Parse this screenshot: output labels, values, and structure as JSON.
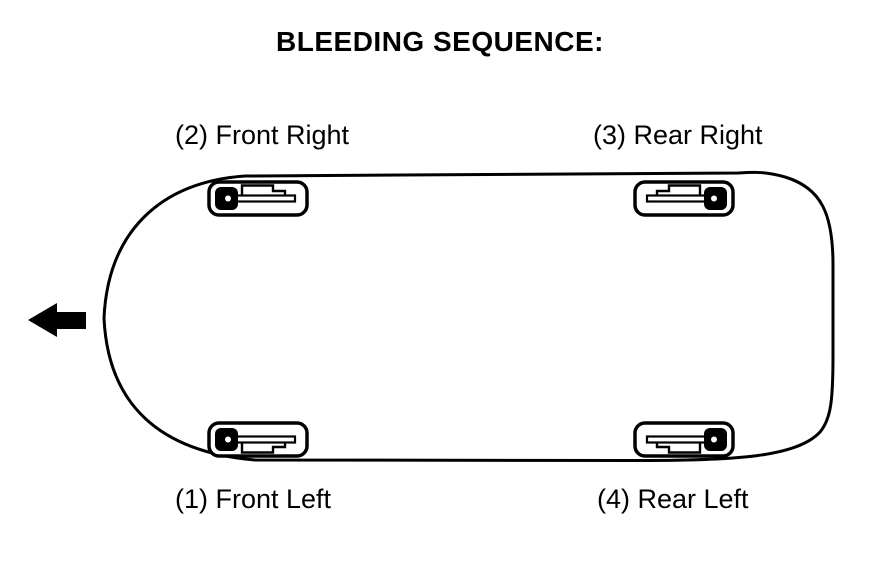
{
  "title": "BLEEDING SEQUENCE:",
  "labels": {
    "front_right": "(2) Front Right",
    "rear_right": "(3) Rear Right",
    "front_left": "(1) Front Left",
    "rear_left": "(4) Rear Left"
  },
  "sequence": [
    {
      "step": 1,
      "wheel": "Front Left"
    },
    {
      "step": 2,
      "wheel": "Front Right"
    },
    {
      "step": 3,
      "wheel": "Rear Right"
    },
    {
      "step": 4,
      "wheel": "Rear Left"
    }
  ],
  "icons": {
    "front_direction_arrow": "left-arrow",
    "wheel_marker": "brake-caliper-in-wheel"
  },
  "colors": {
    "line": "#000000",
    "background": "#ffffff"
  }
}
